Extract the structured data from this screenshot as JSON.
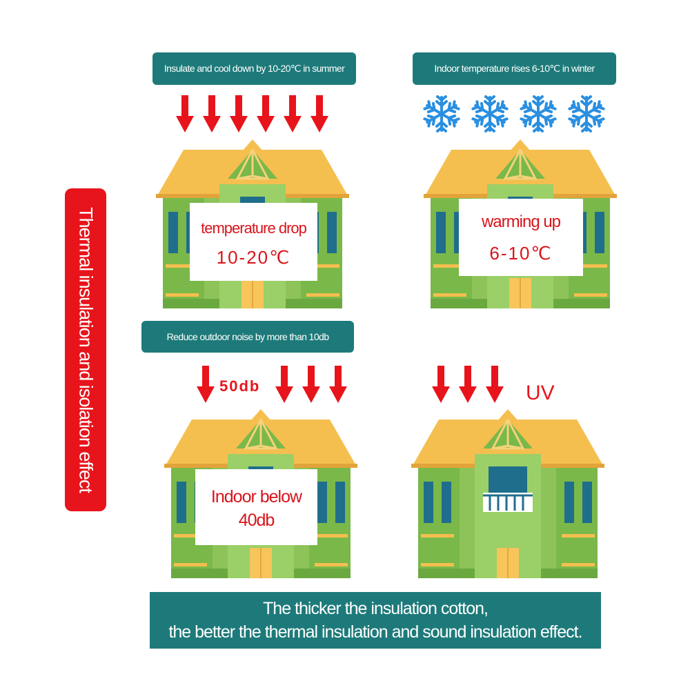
{
  "sidebar": {
    "label": "Thermal insulation and isolation effect"
  },
  "panels": {
    "summer": {
      "banner": "Insulate and cool down by 10-20℃ in summer",
      "card_title": "temperature drop",
      "card_value": "10-20℃"
    },
    "winter": {
      "banner": "Indoor temperature rises 6-10℃ in winter",
      "card_title": "warming up",
      "card_value": "6-10℃"
    },
    "noise": {
      "banner": "Reduce outdoor noise by more than 10db",
      "arrow_label": "50db",
      "card_title": "Indoor below",
      "card_value": "40db"
    },
    "uv": {
      "label": "UV"
    }
  },
  "footer": {
    "line1": "The thicker the insulation cotton,",
    "line2": "the better the thermal insulation and sound insulation effect."
  },
  "colors": {
    "teal": "#1e7a7a",
    "red": "#e8141b",
    "snow": "#2a8fe0",
    "roof": "#f5bf4f",
    "wall": "#8ec35a",
    "wall_dark": "#6aa840",
    "window": "#1f6e8c",
    "door": "#f7c55a"
  },
  "icons": {
    "heat_arrow": "down-arrow-icon",
    "cold": "snowflake-icon",
    "house": "house-icon"
  }
}
